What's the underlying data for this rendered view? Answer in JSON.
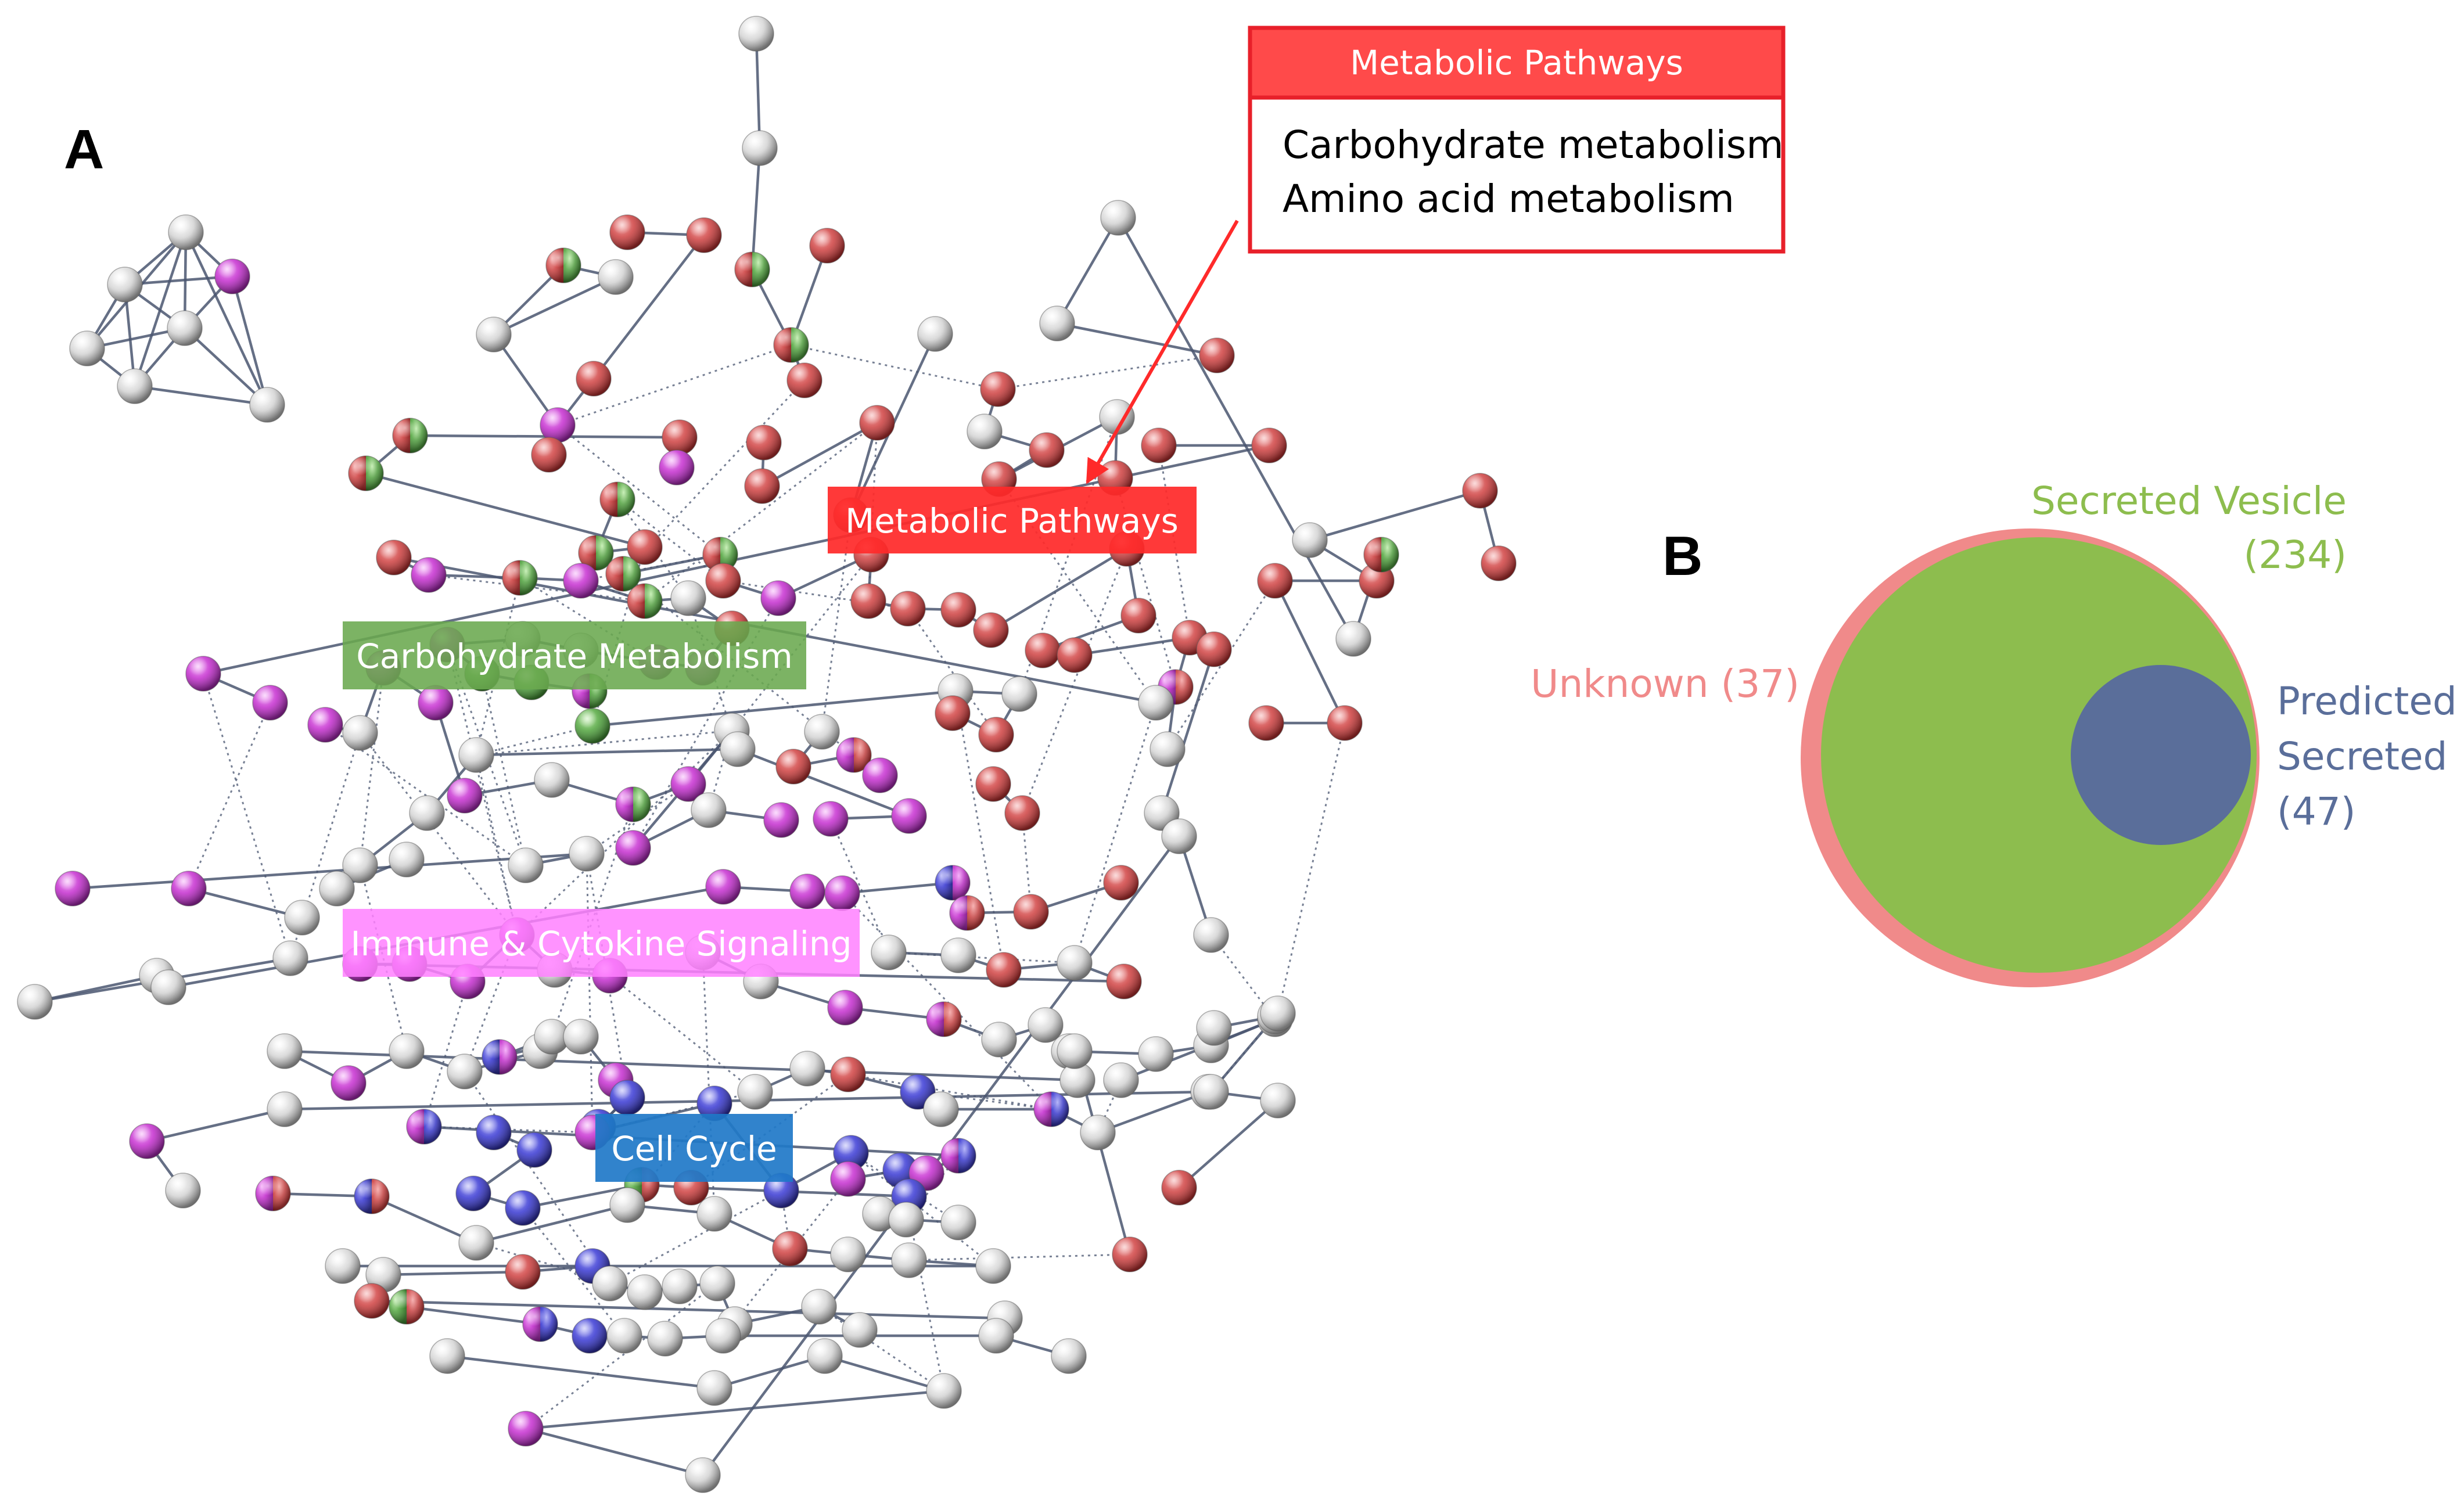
{
  "panel_a": {
    "letter": "A",
    "callout": {
      "title": "Metabolic Pathways",
      "lines": [
        "Carbohydrate metabolism",
        "Amino acid metabolism"
      ]
    },
    "cluster_labels": {
      "metabolic": "Metabolic Pathways",
      "carbohydrate": "Carbohydrate Metabolism",
      "immune": "Immune & Cytokine Signaling",
      "cell_cycle": "Cell Cycle"
    }
  },
  "panel_b": {
    "letter": "B",
    "sets": {
      "secreted_vesicle": {
        "line1": "Secreted Vesicle",
        "line2": "(234)",
        "count": 234
      },
      "unknown": {
        "label": "Unknown (37)",
        "count": 37
      },
      "predicted_secreted": {
        "line1": "Predicted",
        "line2": "Secreted",
        "line3": "(47)",
        "count": 47
      }
    }
  },
  "colors": {
    "node_red": "#c94a4a",
    "node_green": "#5faa4f",
    "node_magenta": "#c03fc9",
    "node_blue": "#4a4ad0",
    "node_grey": "#d2d2d2",
    "edge": "#4a5670",
    "callout_red": "#ff4a4a",
    "label_red": "#ff2a2a",
    "label_green": "#6aa84f",
    "label_magenta": "#ff80ff",
    "label_blue": "#1f78c8",
    "venn_pink": "#f08a8a",
    "venn_green": "#8dbd4e",
    "venn_blue": "#5a6e9a"
  }
}
